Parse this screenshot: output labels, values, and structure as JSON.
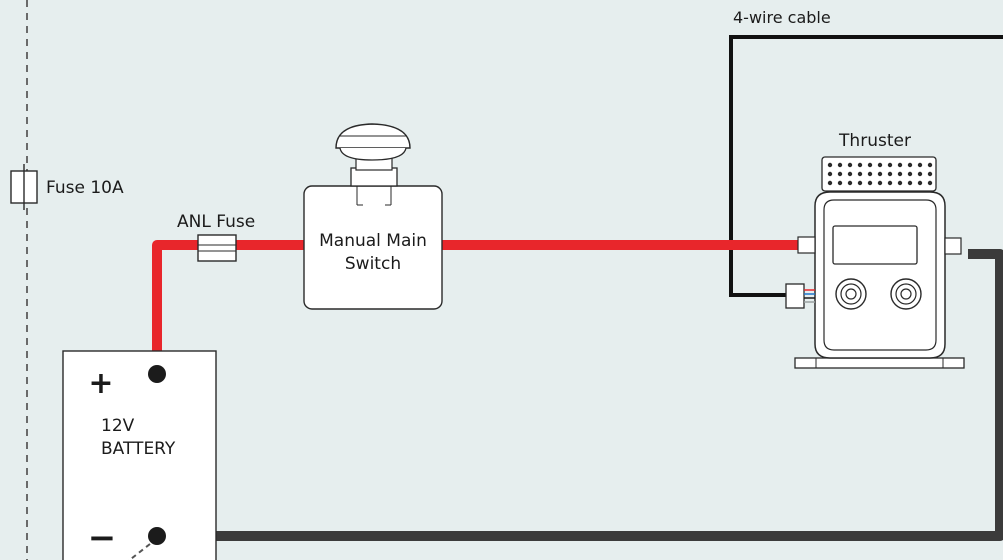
{
  "labels": {
    "cable": "4-wire cable",
    "fuse_small": "Fuse 10A",
    "anl_fuse": "ANL Fuse",
    "switch_line1": "Manual Main",
    "switch_line2": "Switch",
    "thruster": "Thruster",
    "battery_voltage": "12V",
    "battery_name": "BATTERY",
    "battery_plus": "+",
    "battery_minus": "−"
  },
  "colors": {
    "background": "#e6eeee",
    "positive_wire": "#e8262b",
    "negative_wire": "#3b3b3b",
    "signal_cable": "#111111",
    "outline": "#2a2a2a",
    "component_fill": "#ffffff",
    "dashed_line": "#6a6a6a"
  },
  "icons": {
    "switch": "manual-main-switch-icon",
    "thruster": "thruster-motor-icon",
    "fuse": "fuse-icon",
    "battery": "battery-icon"
  }
}
